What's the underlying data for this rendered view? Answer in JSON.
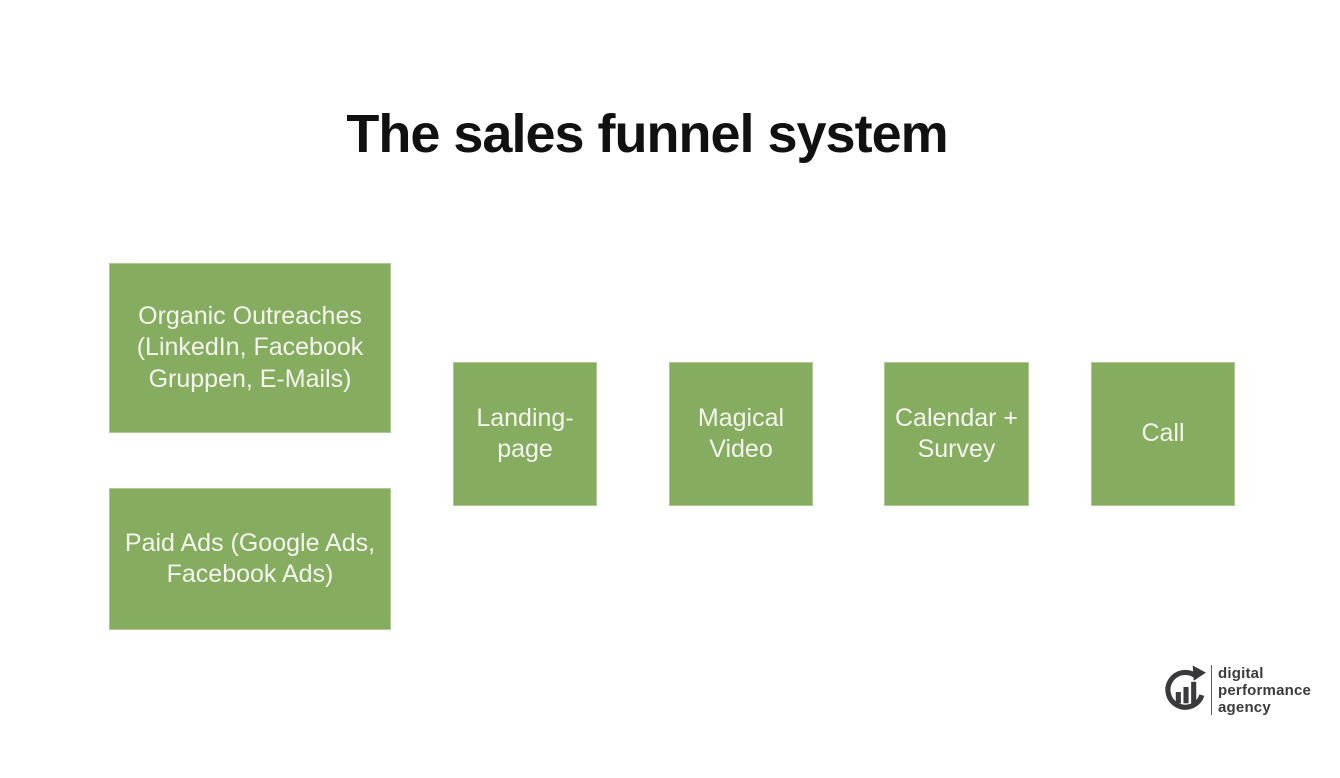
{
  "slide": {
    "title": "The sales funnel system",
    "background_color": "#ffffff",
    "accent_green": "#85ac5f",
    "box_text_color": "#f4f5ef"
  },
  "funnel": {
    "sources": [
      {
        "label": "Organic Outreaches\n(LinkedIn, Facebook\nGruppen, E-Mails)"
      },
      {
        "label": "Paid Ads (Google Ads,\nFacebook Ads)"
      }
    ],
    "stages": [
      {
        "label": "Landing-\npage"
      },
      {
        "label": "Magical\nVideo"
      },
      {
        "label": "Calendar +\nSurvey"
      },
      {
        "label": "Call"
      }
    ]
  },
  "logo": {
    "icon": "circular-arrow-bar-chart-icon",
    "lines": [
      "digital",
      "performance",
      "agency"
    ],
    "color": "#3b3b3d"
  }
}
